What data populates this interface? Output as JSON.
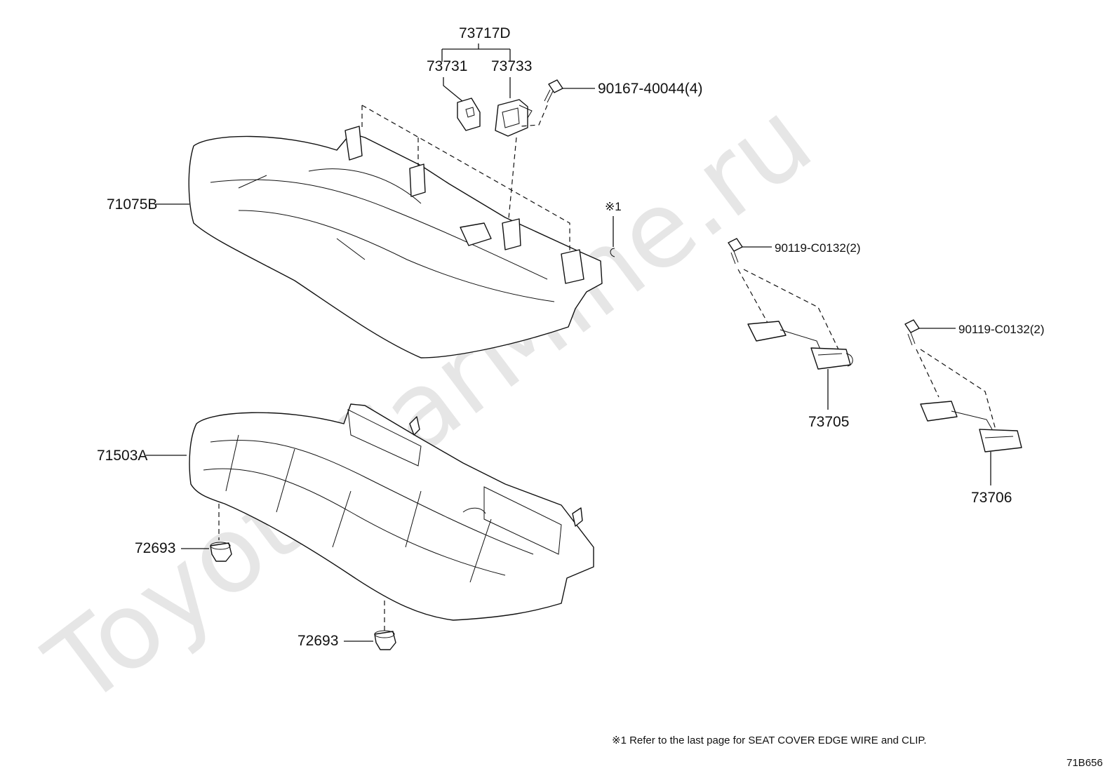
{
  "diagram": {
    "watermark": "ToyotaCarMine.ru",
    "labels": {
      "assembly_73717D": "73717D",
      "belt_guide_73731": "73731",
      "belt_guide_73733": "73733",
      "screw_90167": "90167-40044(4)",
      "back_cover_71075B": "71075B",
      "edge_wire_ref": "※1",
      "bolt_90119_a": "90119-C0132(2)",
      "bolt_90119_b": "90119-C0132(2)",
      "anchor_73705": "73705",
      "anchor_73706": "73706",
      "cushion_pad_71503A": "71503A",
      "clip_72693_a": "72693",
      "clip_72693_b": "72693"
    },
    "footnote": "※1 Refer to the last page for SEAT COVER EDGE WIRE and CLIP.",
    "diagram_code": "71B656"
  }
}
